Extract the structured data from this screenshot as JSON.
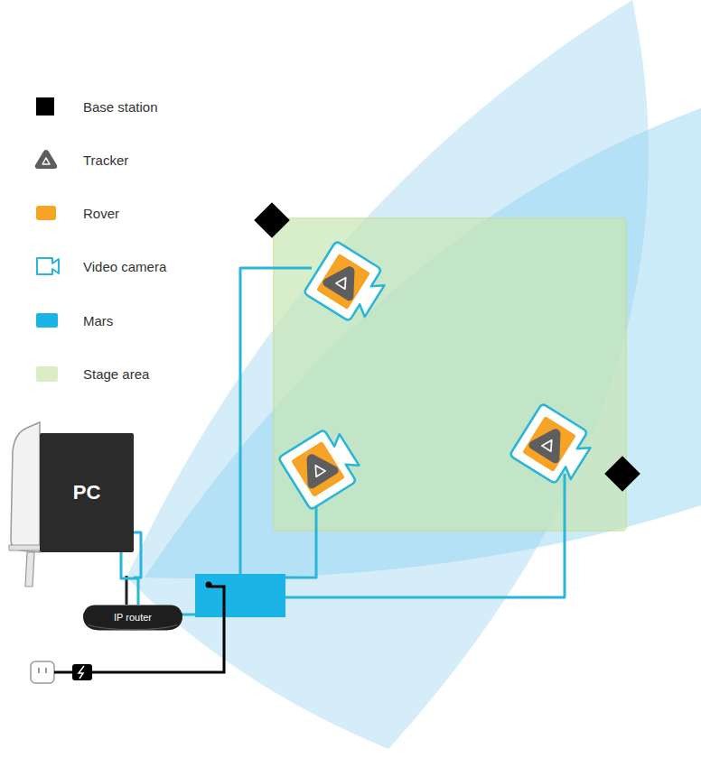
{
  "diagram": {
    "nodes": [
      {
        "text": [
          "PC"
        ]
      },
      {
        "text": [
          "IP router"
        ]
      }
    ],
    "edges": [
      {
        "from": 0,
        "to": 1,
        "arrow": "none"
      }
    ],
    "legend": [
      {
        "text": "Base station",
        "color": "#000000"
      },
      {
        "text": "Tracker"
      },
      {
        "text": "Rover",
        "color": "#f7a325"
      },
      {
        "text": "Video camera"
      },
      {
        "text": "Mars",
        "color": "#1ab4e6"
      },
      {
        "text": "Stage area",
        "color": "#dcecc4"
      }
    ]
  }
}
